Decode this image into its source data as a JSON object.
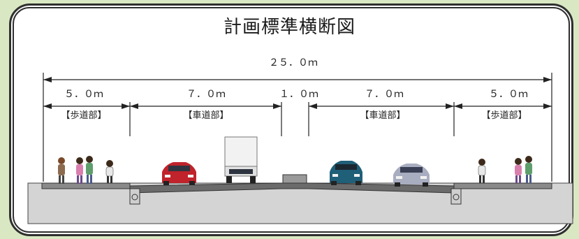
{
  "title": "計画標準横断図",
  "total_width": "２５．０ｍ",
  "segments": [
    {
      "width": "５．０ｍ",
      "label": "【歩道部】"
    },
    {
      "width": "７．０ｍ",
      "label": "【車道部】"
    },
    {
      "width": "１．０ｍ",
      "label": ""
    },
    {
      "width": "７．０ｍ",
      "label": "【車道部】"
    },
    {
      "width": "５．０ｍ",
      "label": "【歩道部】"
    }
  ],
  "colors": {
    "background": "#d9e8c2",
    "frame": "#2f2f2f",
    "road": "#6b6b6b",
    "ground": "#d4d4d4",
    "car_red": "#c0232b",
    "car_teal": "#1f5f78",
    "car_silver": "#a9adc0"
  }
}
